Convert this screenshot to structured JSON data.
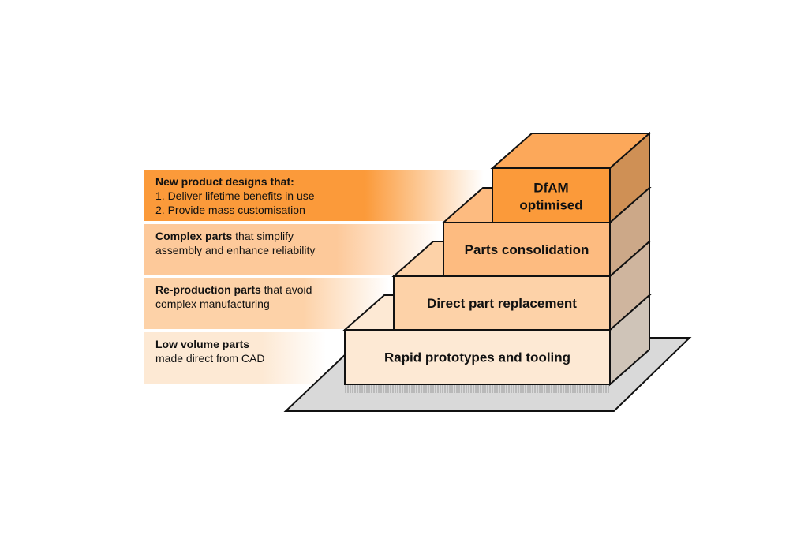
{
  "levels": [
    {
      "step": "Rapid prototypes and tooling",
      "desc_bold": "Low volume parts",
      "desc_rest": "",
      "desc_lines": [
        "made direct from CAD"
      ],
      "front": "#fde9d4",
      "side": "#cfc4b8",
      "band": "#fde9d4"
    },
    {
      "step": "Direct part replacement",
      "desc_bold": "Re-production parts",
      "desc_rest": " that avoid",
      "desc_lines": [
        "complex manufacturing"
      ],
      "front": "#fdd2a8",
      "side": "#cfb59e",
      "band": "#fdd2a8"
    },
    {
      "step": "Parts consolidation",
      "desc_bold": "Complex parts",
      "desc_rest": " that simplify",
      "desc_lines": [
        "assembly and enhance reliability"
      ],
      "front": "#fdbb80",
      "side": "#cca888",
      "band": "#fdc99a"
    },
    {
      "step_lines": [
        "DfAM",
        "optimised"
      ],
      "desc_bold": "New product designs that:",
      "desc_rest": "",
      "desc_lines": [
        "1. Deliver lifetime benefits in use",
        "2. Provide mass customisation"
      ],
      "front": "#fb9a3a",
      "side": "#cf9055",
      "band": "#fb9a3a"
    }
  ],
  "platform_color": "#d9d9d9"
}
